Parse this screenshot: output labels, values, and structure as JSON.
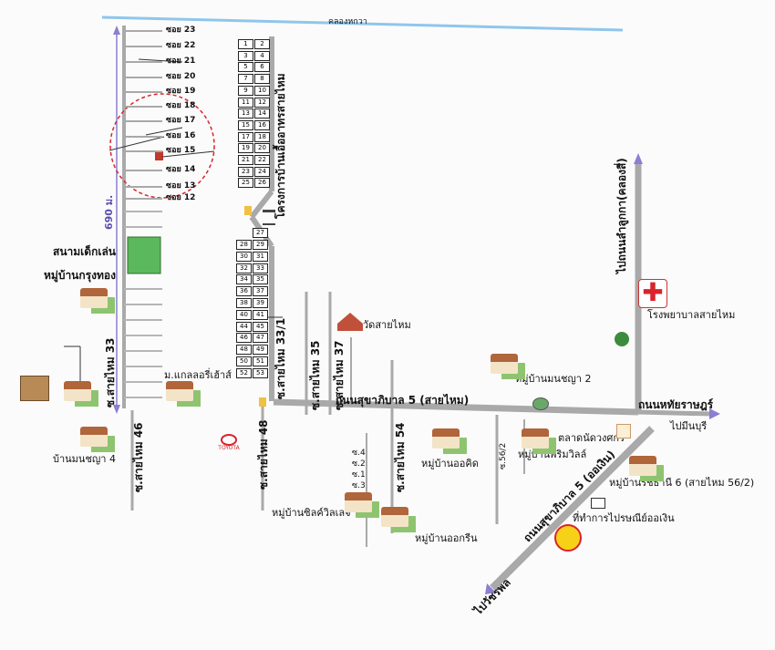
{
  "canal": "คลองหกวา",
  "distance": "690 ม.",
  "soi_labels": [
    "ซอย 23",
    "ซอย 22",
    "ซอย 21",
    "ซอย 20",
    "ซอย 19",
    "ซอย 18",
    "ซอย 17",
    "ซอย 16",
    "ซอย 15",
    "ซอย 14",
    "ซอย 13",
    "ซอย 12"
  ],
  "plots_top": [
    "1",
    "2",
    "3",
    "4",
    "5",
    "6",
    "7",
    "8",
    "9",
    "10",
    "11",
    "12",
    "13",
    "14",
    "15",
    "16",
    "17",
    "18",
    "19",
    "20",
    "21",
    "22",
    "23",
    "24",
    "25",
    "26"
  ],
  "plots_bottom": [
    "27",
    "28",
    "29",
    "30",
    "31",
    "32",
    "33",
    "34",
    "35",
    "36",
    "37",
    "38",
    "39",
    "40",
    "41",
    "44",
    "45",
    "46",
    "47",
    "48",
    "49",
    "50",
    "51",
    "52",
    "53"
  ],
  "project_name": "โครงการบ้านเอื้ออาทรสายไหม",
  "places": {
    "playground": "สนามเด็กเล่น",
    "krungthong": "หมู่บ้านกรุงทอง",
    "gallery": "ม.แกลลอรี่เฮ้าส์",
    "monchaya4": "บ้านมนชญา 4",
    "wat": "วัดสายไหม",
    "monchaya2": "หมู่บ้านมนชญา 2",
    "hospital": "โรงพยาบาลสายไหม",
    "market": "ตลาดนัดวงศกร",
    "primville": "หมู่บ้านพริมวิลล์",
    "orchid": "หมู่บ้านออคิด",
    "rachathani": "หมู่บ้านรัชธานี 6 (สายไหม 56/2)",
    "post": "ที่ทำการไปรษณีย์ออเงิน",
    "silkville": "หมู่บ้านซิลค์วิลเลจ",
    "orkrin": "หมู่บ้านออกรีน"
  },
  "roads": {
    "saimai33": "ซ.สายไหม 33",
    "saimai46": "ซ.สายไหม 46",
    "saimai48": "ซ.สายไหม 48",
    "saimai33_1": "ซ.สายไหม 33/1",
    "saimai35": "ซ.สายไหม 35",
    "saimai37": "ซ.สายไหม 37",
    "saimai54": "ซ.สายไหม 54",
    "soi56_2": "ซ.56/2",
    "sukhaphiban5_saimai": "ถนนสุขาภิบาล 5 (สายไหม)",
    "sukhaphiban5_orngoen": "ถนนสุขาภิบาล 5 (ออเงิน)",
    "hathairat": "ถนนหทัยราษฎร์",
    "to_lamlukka": "ไปถนนลำลูกกา(คลองสี่)",
    "to_minburi": "ไปมีนบุรี",
    "to_watphon": "ไปวัชรพล",
    "sub_soi": [
      "ซ.4",
      "ซ.2",
      "ซ.1",
      "ซ.3"
    ]
  },
  "brands": {
    "toyota": "TOYOTA"
  },
  "colors": {
    "road": "#a9a9a9",
    "canal": "#8fc6ec",
    "playground": "#5cb85c",
    "circle": "#d9242c",
    "distance_arrow": "#8a7fd1"
  }
}
